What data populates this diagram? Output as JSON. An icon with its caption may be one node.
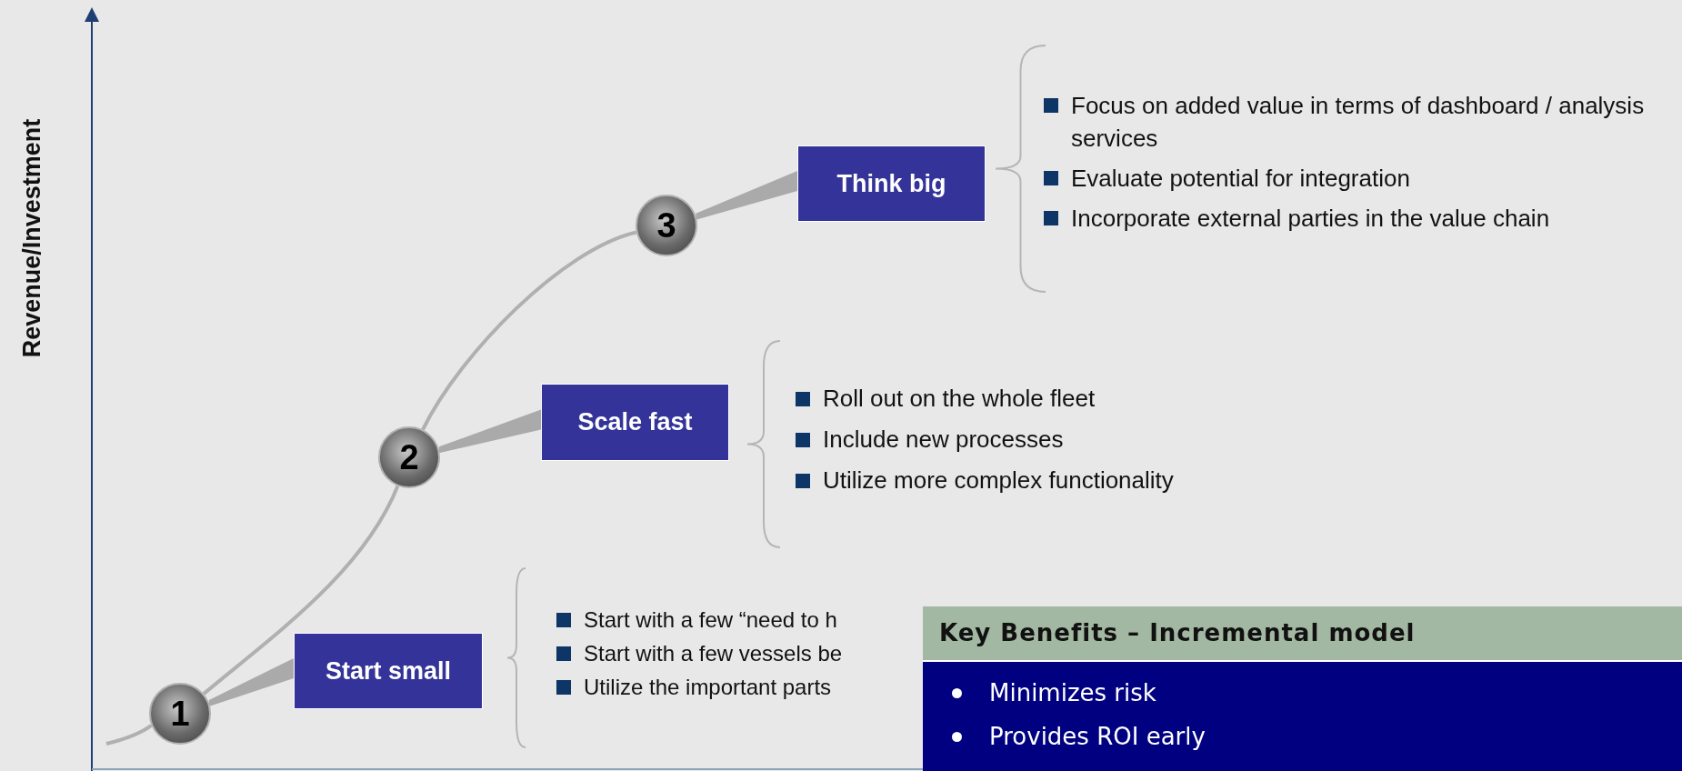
{
  "diagram": {
    "nodes": [
      {
        "text": [
          "1"
        ]
      },
      {
        "text": [
          "Start small"
        ],
        "beside": [
          "Start with a few “need to h",
          "Start with a few vessels be",
          "Utilize the important parts"
        ]
      },
      {
        "text": [
          "2"
        ]
      },
      {
        "text": [
          "Scale fast"
        ],
        "beside": [
          "Roll out on the whole fleet",
          "Include new processes",
          "Utilize more complex functionality"
        ]
      },
      {
        "text": [
          "3"
        ]
      },
      {
        "text": [
          "Think big"
        ],
        "beside": [
          "Focus on added value in terms of dashboard / analysis services",
          "Evaluate potential for integration",
          "Incorporate external parties in the value chain"
        ]
      },
      {
        "text": [
          "Key Benefits – Incremental model",
          "Minimizes risk",
          "Provides ROI early"
        ]
      }
    ],
    "edges": [
      {
        "from": 0,
        "to": 1,
        "arrow": "none",
        "style": "thick"
      },
      {
        "from": 2,
        "to": 3,
        "arrow": "none",
        "style": "thick"
      },
      {
        "from": 4,
        "to": 5,
        "arrow": "none",
        "style": "thick"
      },
      {
        "from": 0,
        "to": 2,
        "arrow": "none"
      },
      {
        "from": 2,
        "to": 4,
        "arrow": "none"
      }
    ],
    "labels": [
      "Revenue/Investment"
    ]
  }
}
